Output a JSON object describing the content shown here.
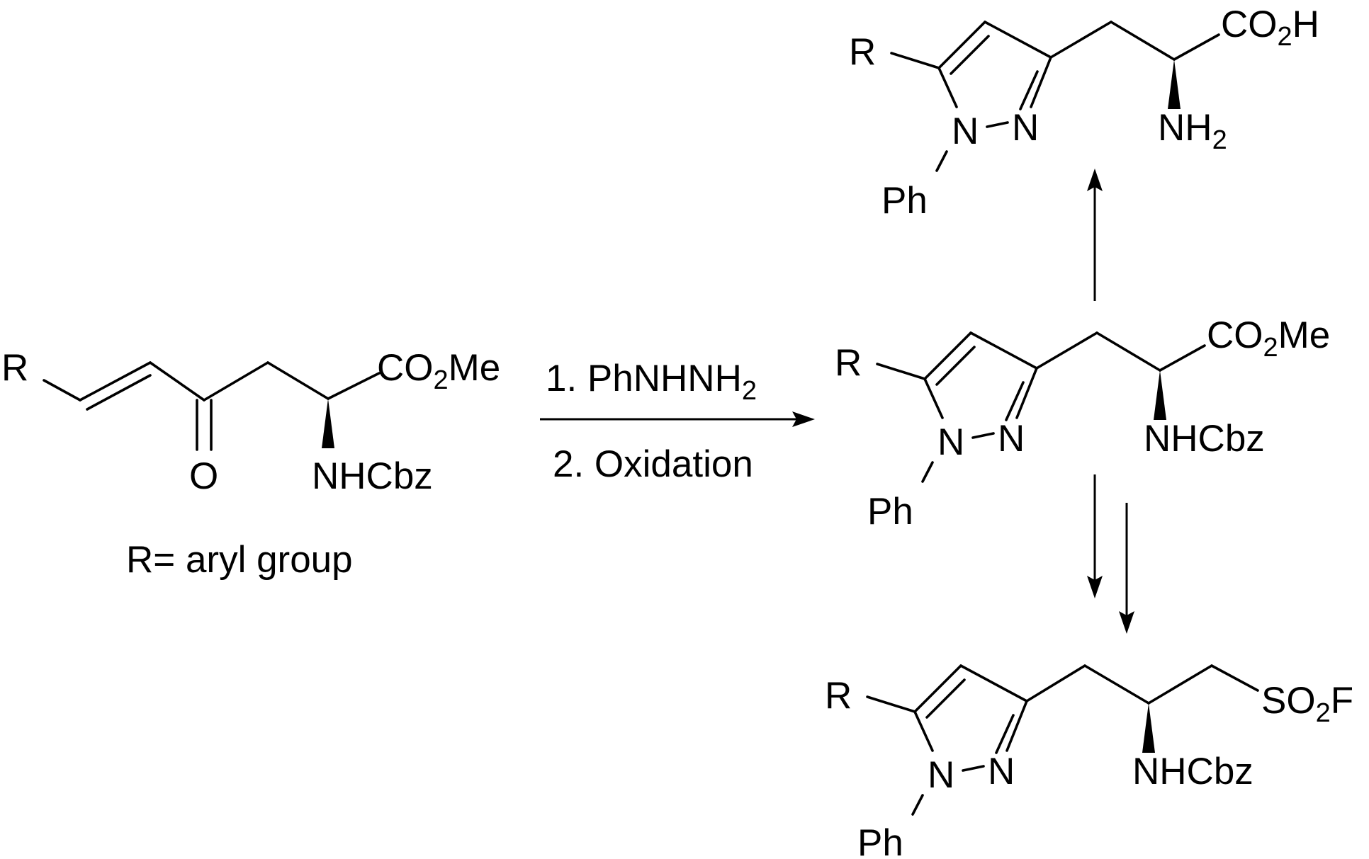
{
  "starting_material": {
    "r": "R",
    "o": "O",
    "ester": "CO2Me",
    "amine": "NHCbz",
    "caption": "R= aryl group"
  },
  "reaction": {
    "step1": "1. PhNHNH2",
    "step2": "2. Oxidation"
  },
  "pyrazole_ester": {
    "r": "R",
    "n1": "N",
    "n2": "N",
    "ph": "Ph",
    "ester": "CO2Me",
    "amine": "NHCbz"
  },
  "amino_acid": {
    "r": "R",
    "n1": "N",
    "n2": "N",
    "ph": "Ph",
    "acid": "CO2H",
    "amine": "NH2"
  },
  "sulfonyl_fluoride": {
    "r": "R",
    "n1": "N",
    "n2": "N",
    "ph": "Ph",
    "group": "SO2F",
    "amine": "NHCbz"
  }
}
